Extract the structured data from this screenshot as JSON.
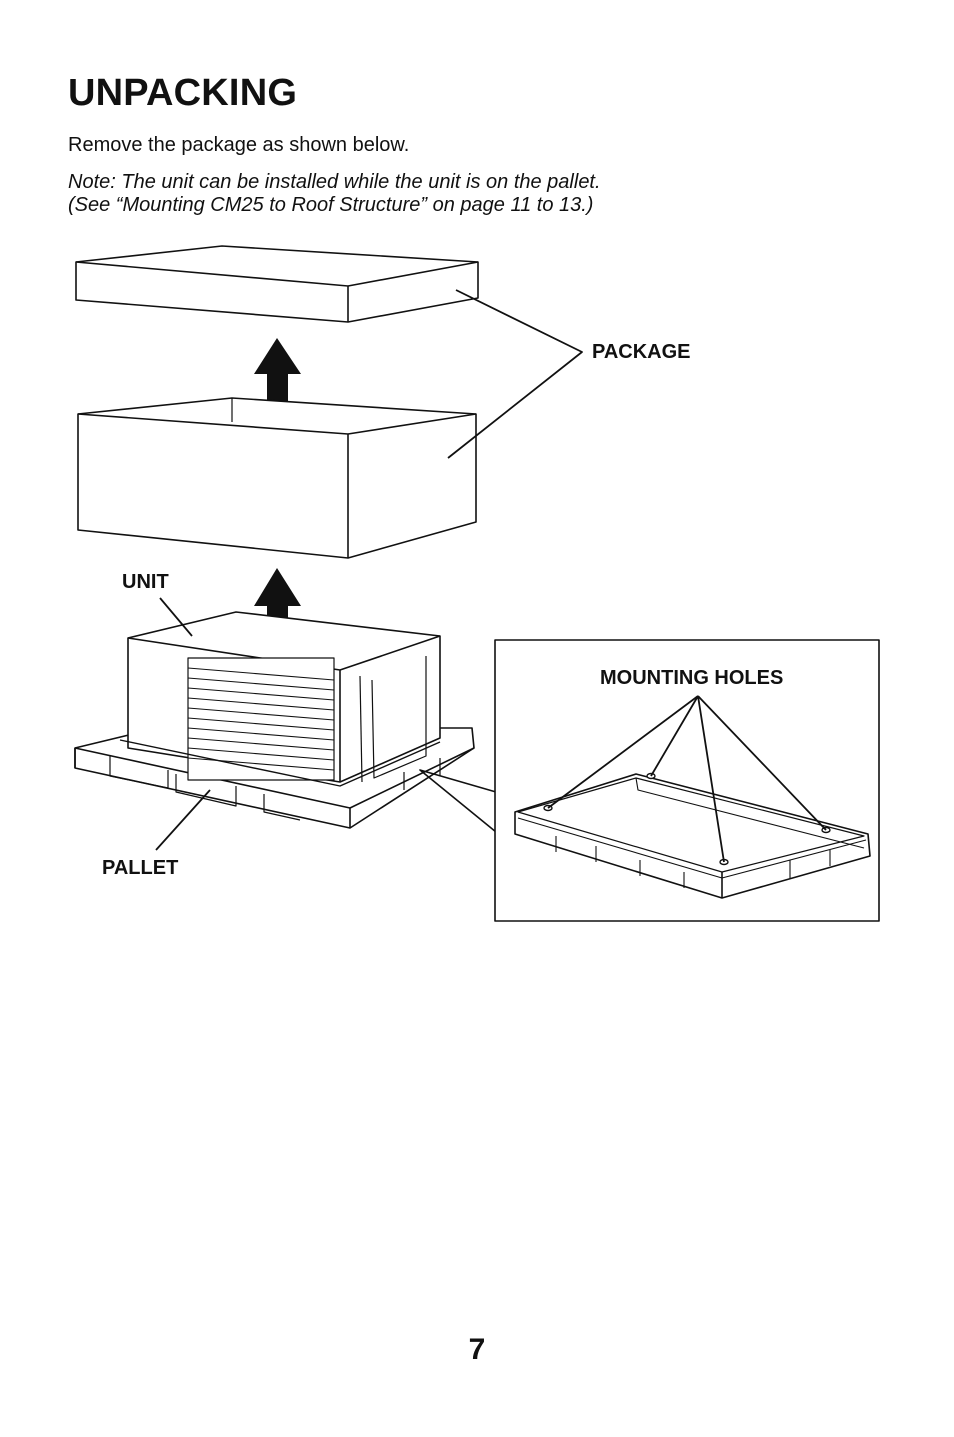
{
  "page": {
    "title": "UNPACKING",
    "intro": "Remove the package as shown below.",
    "note_line1": "Note: The unit can be installed while the unit is on the pallet.",
    "note_line2": "(See “Mounting CM25 to Roof Structure” on page 11 to 13.)",
    "page_number": "7"
  },
  "figure": {
    "labels": {
      "package": "PACKAGE",
      "unit": "UNIT",
      "pallet": "PALLET",
      "mounting_holes": "MOUNTING HOLES"
    },
    "icons": [
      "lift-arrow-icon",
      "mounting-hole-icon"
    ]
  }
}
